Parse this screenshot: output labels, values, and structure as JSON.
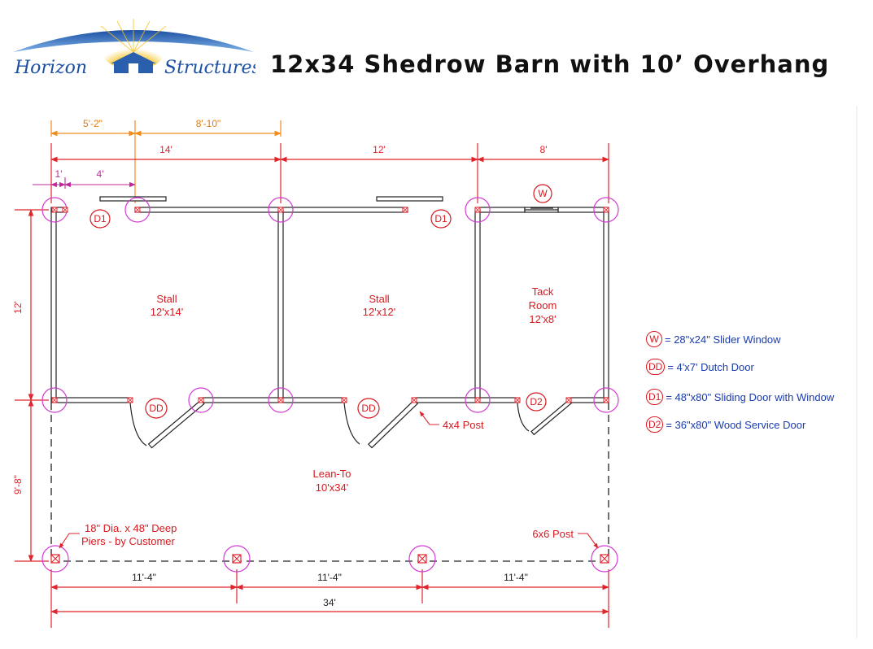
{
  "brand": {
    "name_left": "Horizon",
    "name_right": "Structures"
  },
  "title": "12x34 Shedrow Barn with 10’ Overhang",
  "dims": {
    "top_a": "5'-2\"",
    "top_b": "8'-10\"",
    "overall_a": "14'",
    "overall_b": "12'",
    "overall_c": "8'",
    "small_a": "1'",
    "small_b": "4'",
    "left_a": "12'",
    "left_b": "9'-8\"",
    "bottom_a": "11'-4\"",
    "bottom_b": "11'-4\"",
    "bottom_c": "11'-4\"",
    "bottom_total": "34'"
  },
  "rooms": {
    "stall1": {
      "name": "Stall",
      "size": "12'x14'"
    },
    "stall2": {
      "name": "Stall",
      "size": "12'x12'"
    },
    "tack": {
      "name1": "Tack",
      "name2": "Room",
      "size": "12'x8'"
    },
    "leanto": {
      "name": "Lean-To",
      "size": "10'x34'"
    }
  },
  "tags": {
    "d1": "D1",
    "dd": "DD",
    "d2": "D2",
    "w": "W"
  },
  "notes": {
    "post4": "4x4 Post",
    "post6": "6x6 Post",
    "piers_l1": "18\" Dia. x 48\" Deep",
    "piers_l2": "Piers - by Customer"
  },
  "legend": [
    {
      "code": "W",
      "text": "= 28\"x24\" Slider Window"
    },
    {
      "code": "DD",
      "text": "= 4'x7' Dutch Door"
    },
    {
      "code": "D1",
      "text": "= 48\"x80\" Sliding Door with Window"
    },
    {
      "code": "D2",
      "text": "= 36\"x80\" Wood Service Door"
    }
  ],
  "colors": {
    "dim_red": "#e0242b",
    "dim_orange": "#f08c1a",
    "pier": "#d13bd1",
    "legend_text": "#1a3bb0",
    "tag_red": "#d71920"
  }
}
